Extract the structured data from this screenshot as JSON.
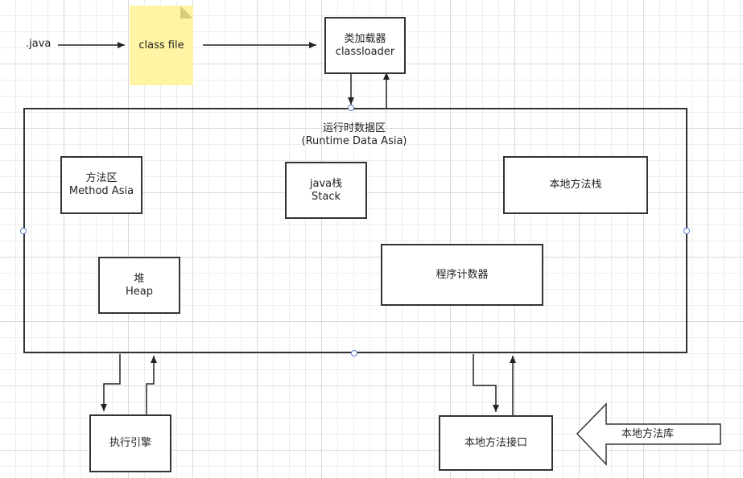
{
  "source_label": ".java",
  "class_file": "class file",
  "classloader": {
    "line1": "类加载器",
    "line2": "classloader"
  },
  "runtime_area": {
    "line1": "运行时数据区",
    "line2": "(Runtime Data Asia)"
  },
  "method_area": {
    "line1": "方法区",
    "line2": "Method Asia"
  },
  "java_stack": {
    "line1": "java栈",
    "line2": "Stack"
  },
  "native_method_stack": "本地方法栈",
  "heap": {
    "line1": "堆",
    "line2": "Heap"
  },
  "program_counter": "程序计数器",
  "execution_engine": "执行引擎",
  "native_interface": "本地方法接口",
  "native_library": "本地方法库"
}
